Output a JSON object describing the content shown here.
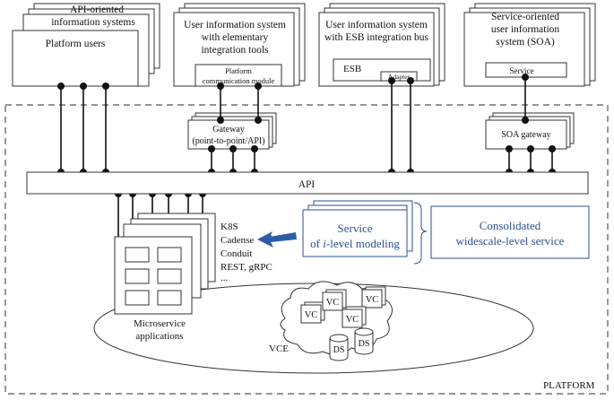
{
  "systems": {
    "api_oriented": {
      "title_line1": "API-oriented",
      "title_line2": "information systems",
      "inner": "Platform users"
    },
    "elementary": {
      "line1": "User information system",
      "line2": "with elementary",
      "line3": "integration tools",
      "module_line1": "Platform",
      "module_line2": "communication module"
    },
    "esb": {
      "line1": "User information system",
      "line2": "with ESB integration bus",
      "esb_label": "ESB",
      "adapter_label": "Adapter"
    },
    "soa": {
      "line1": "Service-oriented",
      "line2": "user information",
      "line3": "system (SOA)",
      "service_label": "Service"
    }
  },
  "platform": {
    "label": "PLATFORM",
    "gateway_line1": "Gateway",
    "gateway_line2": "(point-to-point/API)",
    "soa_gateway": "SOA gateway",
    "api_label": "API",
    "technologies": [
      "K8S",
      "Cadense",
      "Conduit",
      "REST, gRPC",
      "..."
    ],
    "microservice_line1": "Microservice",
    "microservice_line2": "applications",
    "service_line1": "Service",
    "service_line2_prefix": "of ",
    "service_line2_italic": "i",
    "service_line2_suffix": "-level modeling",
    "consolidated_line1": "Consolidated",
    "consolidated_line2": "widescale-level service",
    "vce_label": "VCE",
    "vc_labels": [
      "VC",
      "VC",
      "VC",
      "VC"
    ],
    "ds_labels": [
      "DS",
      "DS"
    ]
  },
  "colors": {
    "accent": "#2b4f93",
    "line": "#222222",
    "dash": "#555555"
  }
}
